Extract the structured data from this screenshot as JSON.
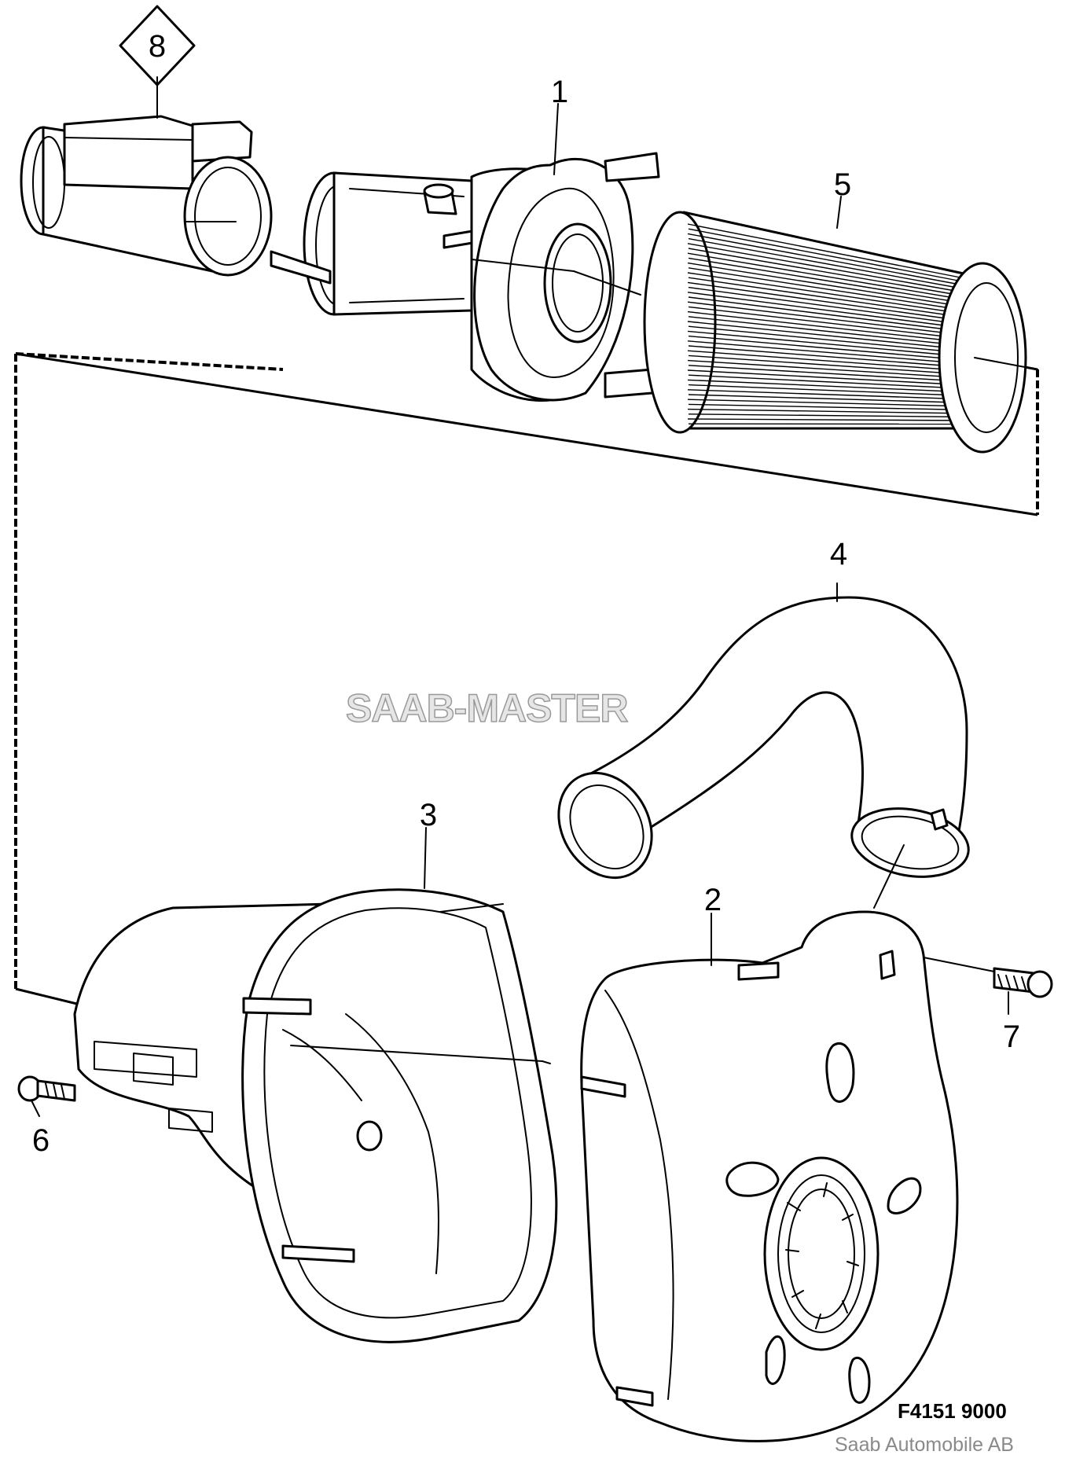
{
  "diagram": {
    "callouts": [
      {
        "id": "8",
        "label": "8",
        "boxed": true
      },
      {
        "id": "1",
        "label": "1"
      },
      {
        "id": "5",
        "label": "5"
      },
      {
        "id": "4",
        "label": "4"
      },
      {
        "id": "3",
        "label": "3"
      },
      {
        "id": "2",
        "label": "2"
      },
      {
        "id": "7",
        "label": "7"
      },
      {
        "id": "6",
        "label": "6"
      }
    ],
    "watermark": "SAAB-MASTER",
    "figure_code": "F4151 9000",
    "credit": "Saab Automobile AB"
  }
}
